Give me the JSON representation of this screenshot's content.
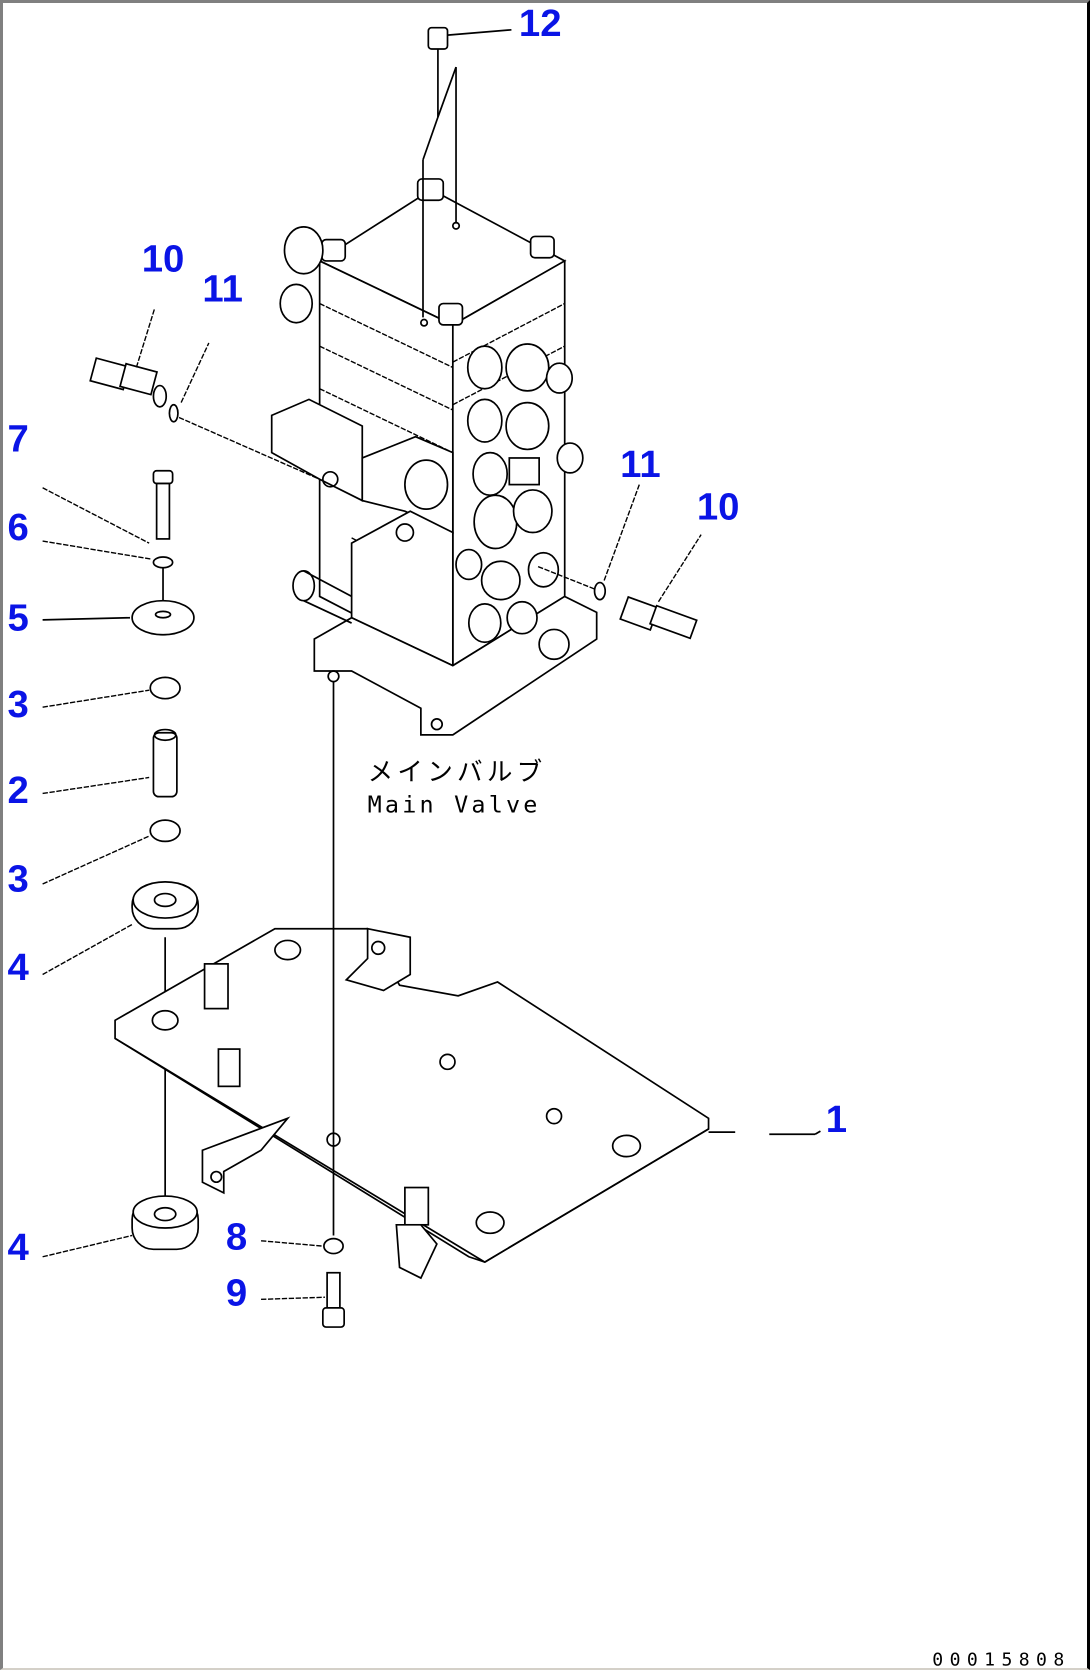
{
  "diagram": {
    "type": "parts-exploded-view",
    "caption": {
      "japanese": "メインバルブ",
      "english": "Main Valve"
    },
    "document_number": "00015808",
    "callout_color": "#0a14e6",
    "callouts": [
      {
        "id": "12",
        "label": "12",
        "part": "plug"
      },
      {
        "id": "10a",
        "label": "10",
        "part": "pressure-sensor-left"
      },
      {
        "id": "11a",
        "label": "11",
        "part": "o-ring-left"
      },
      {
        "id": "11b",
        "label": "11",
        "part": "o-ring-right"
      },
      {
        "id": "10b",
        "label": "10",
        "part": "pressure-sensor-right"
      },
      {
        "id": "7",
        "label": "7",
        "part": "bolt"
      },
      {
        "id": "6",
        "label": "6",
        "part": "washer"
      },
      {
        "id": "5",
        "label": "5",
        "part": "plate-washer"
      },
      {
        "id": "3a",
        "label": "3",
        "part": "o-ring-upper"
      },
      {
        "id": "2",
        "label": "2",
        "part": "collar"
      },
      {
        "id": "3b",
        "label": "3",
        "part": "o-ring-lower"
      },
      {
        "id": "4a",
        "label": "4",
        "part": "cushion-upper"
      },
      {
        "id": "1",
        "label": "1",
        "part": "mounting-bracket"
      },
      {
        "id": "4b",
        "label": "4",
        "part": "cushion-lower"
      },
      {
        "id": "8",
        "label": "8",
        "part": "washer"
      },
      {
        "id": "9",
        "label": "9",
        "part": "bolt"
      }
    ]
  }
}
